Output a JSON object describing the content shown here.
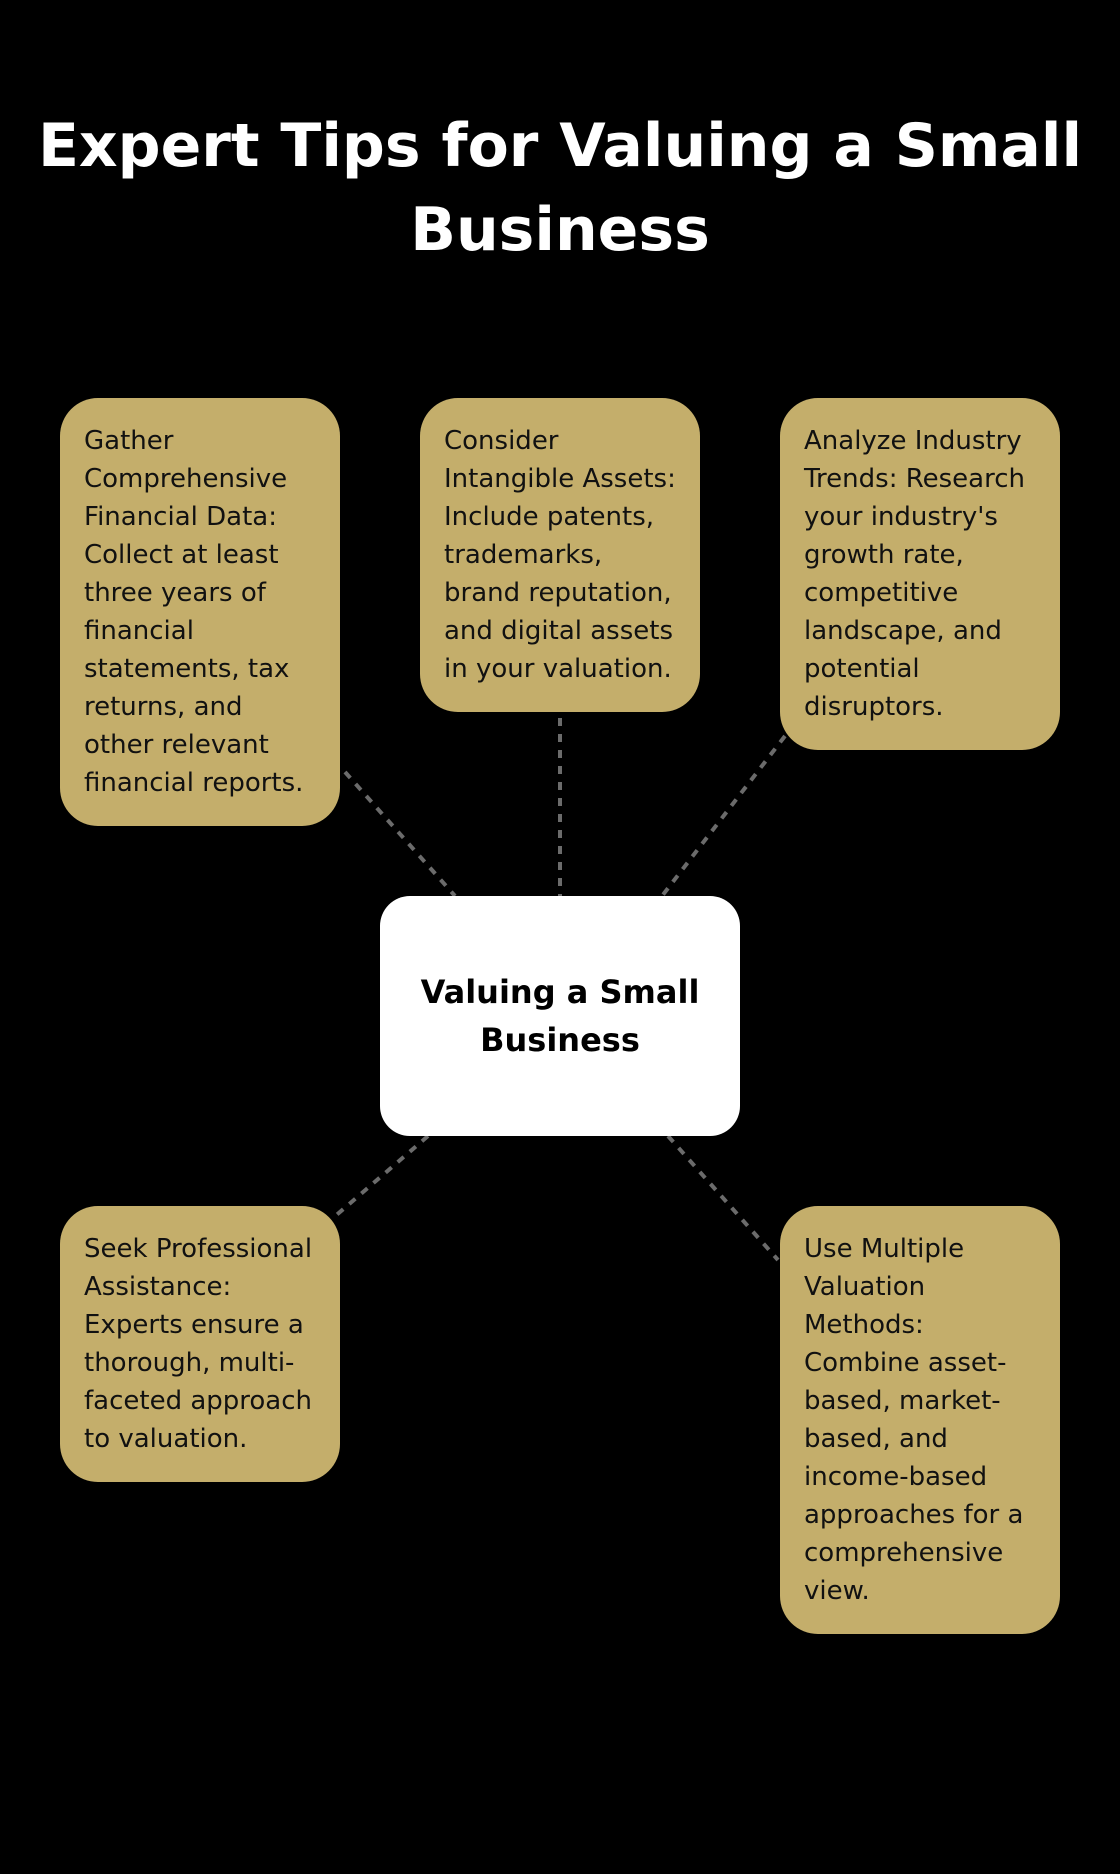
{
  "title": "Expert Tips for Valuing a Small Business",
  "center_label": "Valuing a Small Business",
  "tips": [
    "Gather Comprehensive Financial Data: Collect at least three years of financial statements, tax returns, and other relevant financial reports.",
    "Consider Intangible Assets: Include patents, trademarks, brand reputation, and digital assets in your valuation.",
    "Analyze Industry Trends: Research your industry's growth rate, competitive landscape, and potential disruptors.",
    "Seek Professional Assistance: Experts ensure a thorough, multi-faceted approach to valuation.",
    "Use Multiple Valuation Methods: Combine asset-based, market-based, and income-based approaches for a comprehensive view."
  ],
  "colors": {
    "background": "#000000",
    "card": "#c4ae6b",
    "center": "#ffffff",
    "connector": "#6b6b6b"
  }
}
